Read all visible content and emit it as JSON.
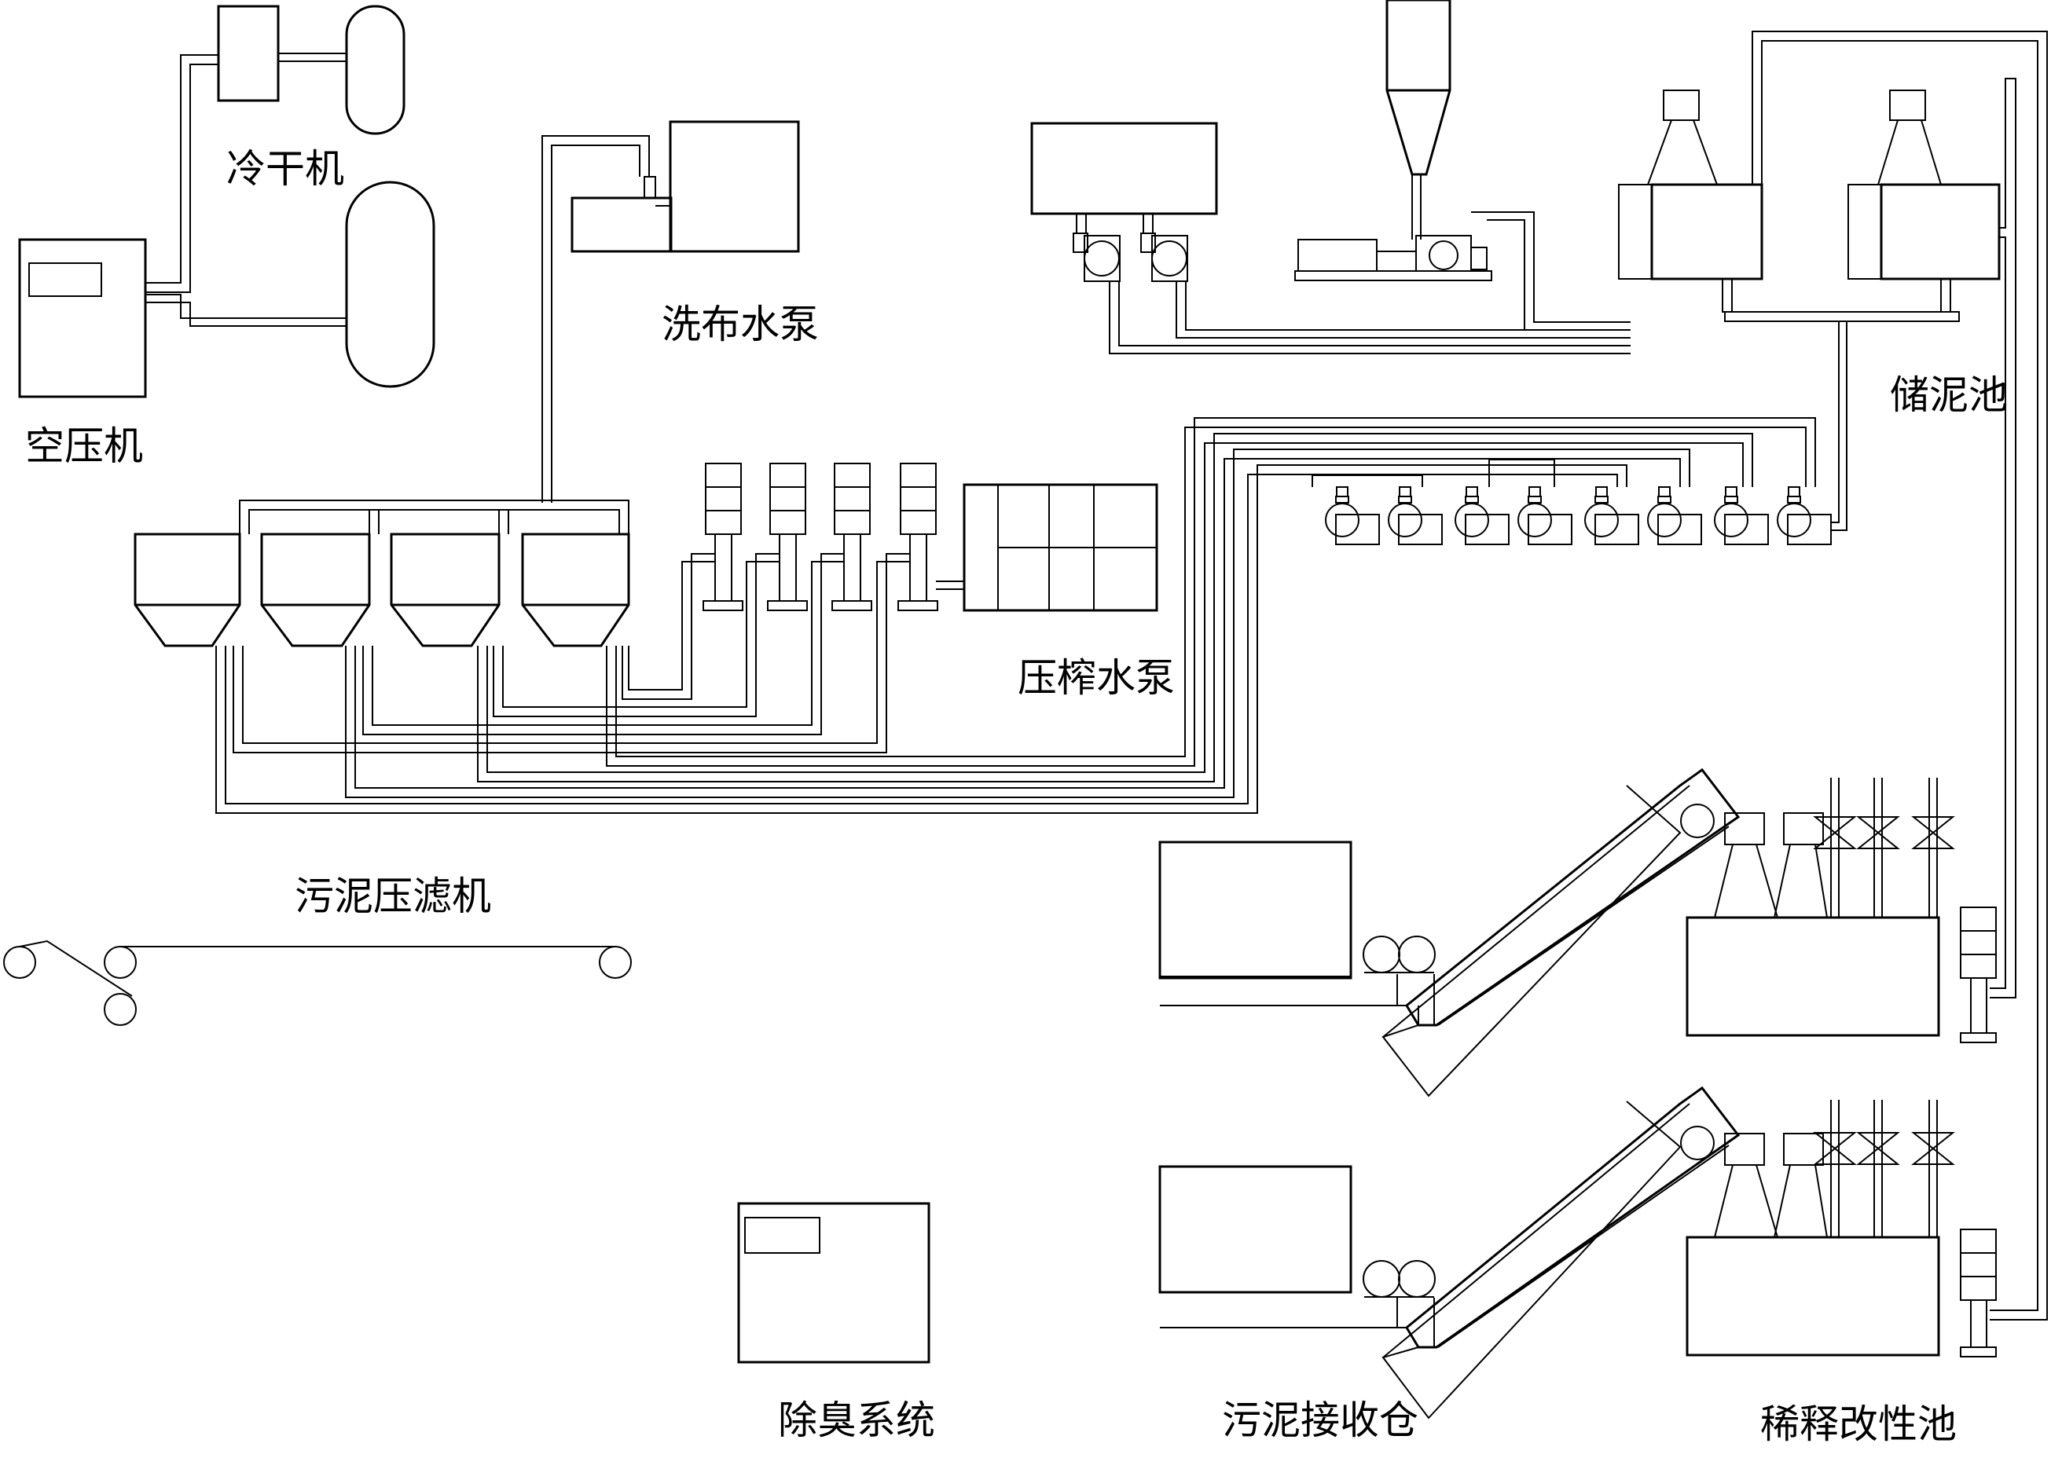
{
  "labels": {
    "cold_dryer": "冷干机",
    "air_compressor": "空压机",
    "cloth_wash_pump": "洗布水泵",
    "press_pump": "压榨水泵",
    "filter_press": "污泥压滤机",
    "sludge_storage_tank": "储泥池",
    "deodorization_system": "除臭系统",
    "sludge_receiving_bin": "污泥接收仓",
    "dilution_modification_tank": "稀释改性池"
  },
  "colors": {
    "line": "#000000",
    "background": "#ffffff"
  }
}
